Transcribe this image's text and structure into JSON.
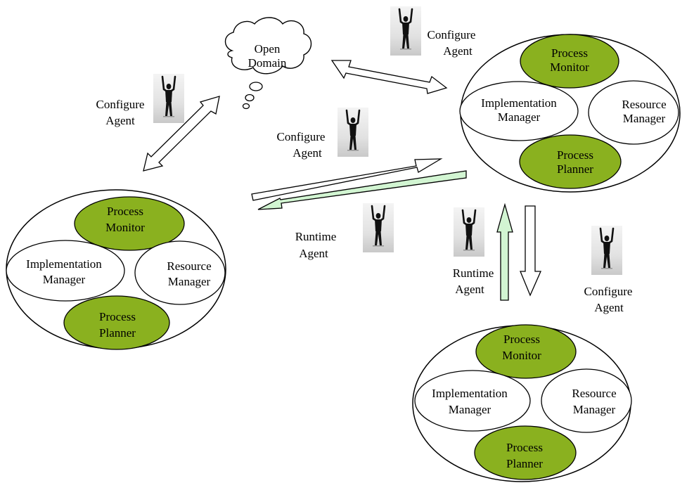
{
  "cloud": {
    "line1": "Open",
    "line2": "Domain"
  },
  "clusters": [
    {
      "process_monitor": [
        "Process",
        "Monitor"
      ],
      "implementation_manager": [
        "Implementation",
        "Manager"
      ],
      "resource_manager": [
        "Resource",
        "Manager"
      ],
      "process_planner": [
        "Process",
        "Planner"
      ]
    },
    {
      "process_monitor": [
        "Process",
        "Monitor"
      ],
      "implementation_manager": [
        "Implementation",
        "Manager"
      ],
      "resource_manager": [
        "Resource",
        "Manager"
      ],
      "process_planner": [
        "Process",
        "Planner"
      ]
    },
    {
      "process_monitor": [
        "Process",
        "Monitor"
      ],
      "implementation_manager": [
        "Implementation",
        "Manager"
      ],
      "resource_manager": [
        "Resource",
        "Manager"
      ],
      "process_planner": [
        "Process",
        "Planner"
      ]
    }
  ],
  "agents": {
    "configure_left": [
      "Configure",
      "Agent"
    ],
    "configure_top": [
      "Configure",
      "Agent"
    ],
    "configure_middle": [
      "Configure",
      "Agent"
    ],
    "runtime_middle": [
      "Runtime",
      "Agent"
    ],
    "runtime_right": [
      "Runtime",
      "Agent"
    ],
    "configure_right": [
      "Configure",
      "Agent"
    ]
  },
  "colors": {
    "component_green": "#8ab11f",
    "runtime_arrow_fill": "#d2f5d2",
    "stroke": "#000000"
  },
  "icons": {
    "agent": "person-arms-raised-icon"
  }
}
